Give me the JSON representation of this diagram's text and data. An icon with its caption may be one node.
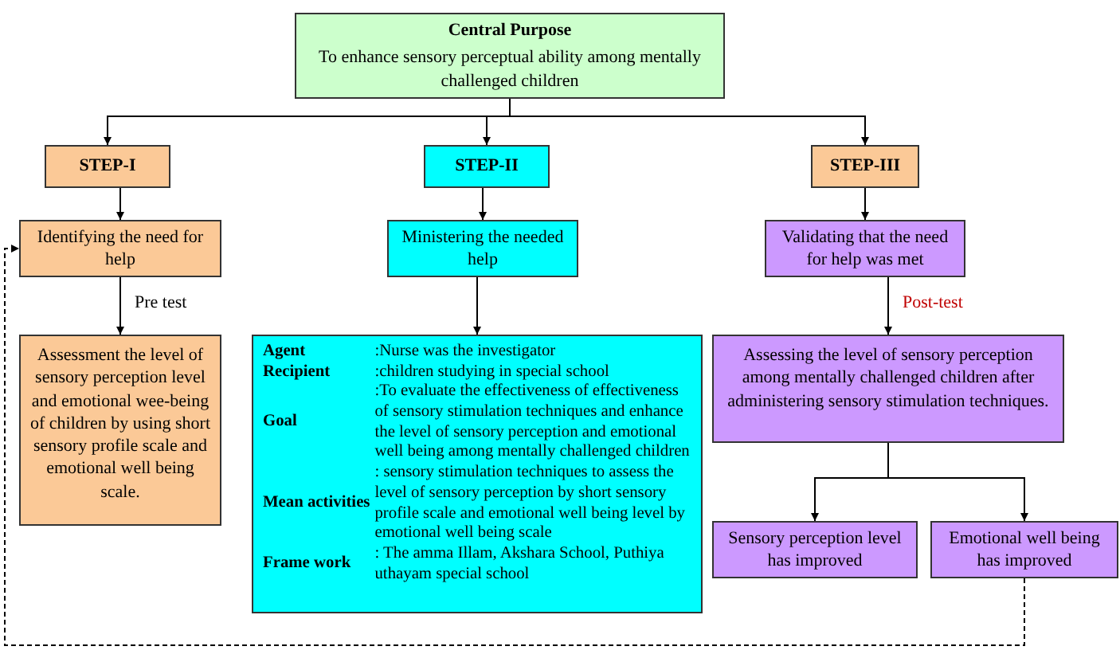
{
  "diagram": {
    "nodes": [
      {
        "text": [
          "Central Purpose",
          "To enhance sensory perceptual ability among mentally challenged children"
        ]
      },
      {
        "text": [
          "STEP-I"
        ]
      },
      {
        "text": [
          "STEP-II"
        ]
      },
      {
        "text": [
          "STEP-III"
        ]
      },
      {
        "text": [
          "Identifying the need for help"
        ]
      },
      {
        "text": [
          "Ministering the needed help"
        ]
      },
      {
        "text": [
          "Validating that the need for help was met"
        ]
      },
      {
        "text": [
          "Assessment the level of sensory perception level and emotional wee-being of children by using short sensory profile scale and emotional well being scale."
        ]
      },
      {
        "text": [
          "Agent",
          ":Nurse was the investigator",
          "Recipient",
          ":children studying in special school",
          "Goal",
          ":To evaluate the effectiveness of effectiveness of sensory stimulation techniques and enhance the level of sensory perception and emotional well being among mentally challenged  children",
          "Mean activities",
          ": sensory stimulation techniques to assess the level of sensory perception by short sensory profile scale and emotional well being level by emotional well being scale",
          "Frame work",
          ": The amma Illam, Akshara School, Puthiya uthayam special school"
        ]
      },
      {
        "text": [
          "Assessing the level of sensory perception among mentally challenged  children after administering sensory stimulation techniques."
        ]
      },
      {
        "text": [
          "Sensory perception level has improved"
        ]
      },
      {
        "text": [
          "Emotional well being has  improved"
        ]
      }
    ],
    "edges": [
      {
        "from": 0,
        "to": 1,
        "arrow": "to"
      },
      {
        "from": 0,
        "to": 2,
        "arrow": "to"
      },
      {
        "from": 0,
        "to": 3,
        "arrow": "to"
      },
      {
        "from": 1,
        "to": 4,
        "arrow": "to"
      },
      {
        "from": 2,
        "to": 5,
        "arrow": "to"
      },
      {
        "from": 3,
        "to": 6,
        "arrow": "to"
      },
      {
        "from": 4,
        "to": 7,
        "arrow": "to",
        "label": "Pre test"
      },
      {
        "from": 5,
        "to": 8,
        "arrow": "to"
      },
      {
        "from": 6,
        "to": 9,
        "arrow": "to",
        "label": "Post-test"
      },
      {
        "from": 9,
        "to": 10,
        "arrow": "to"
      },
      {
        "from": 9,
        "to": 11,
        "arrow": "to"
      },
      {
        "from": 11,
        "to": 4,
        "arrow": "to",
        "style": "dashed"
      }
    ]
  }
}
